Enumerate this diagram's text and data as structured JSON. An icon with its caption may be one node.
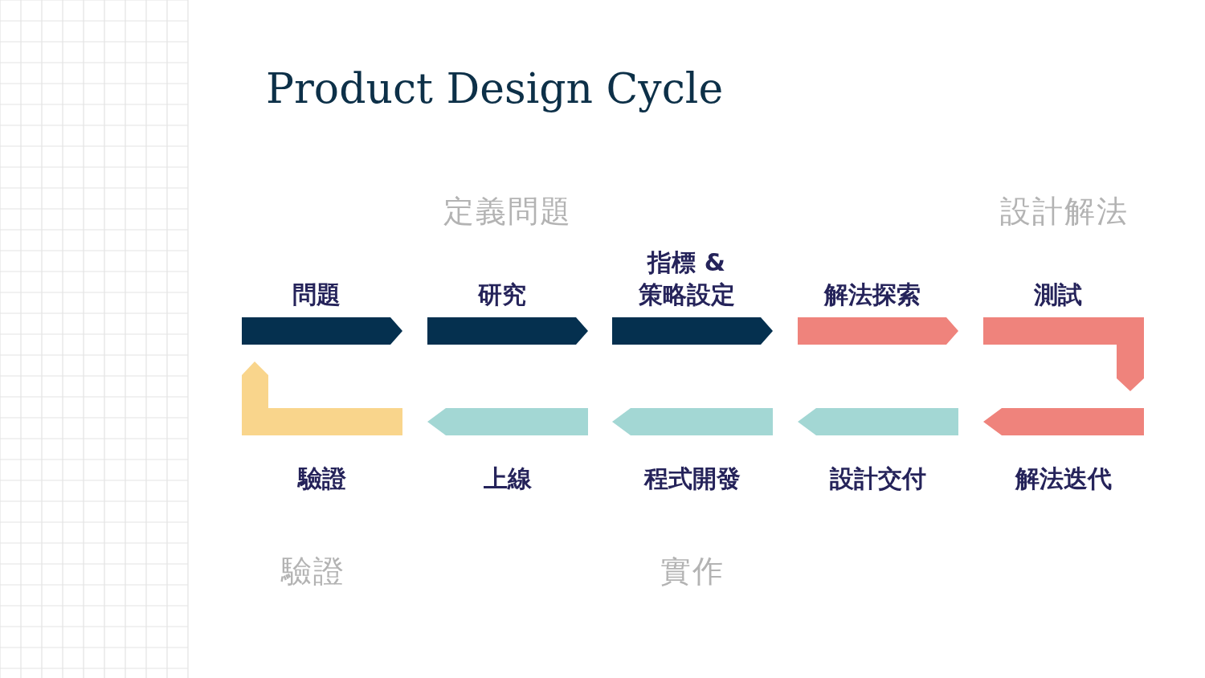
{
  "diagram": {
    "title": "Product Design Cycle",
    "nodes": [
      {
        "text": [
          "問題"
        ]
      },
      {
        "text": [
          "研究"
        ]
      },
      {
        "text": [
          "指標 & 策略設定"
        ]
      },
      {
        "text": [
          "解法探索"
        ]
      },
      {
        "text": [
          "測試"
        ]
      },
      {
        "text": [
          "解法迭代"
        ]
      },
      {
        "text": [
          "設計交付"
        ]
      },
      {
        "text": [
          "程式開發"
        ]
      },
      {
        "text": [
          "上線"
        ]
      },
      {
        "text": [
          "驗證"
        ]
      }
    ],
    "labels": [
      "定義問題",
      "設計解法",
      "驗證",
      "實作"
    ]
  }
}
